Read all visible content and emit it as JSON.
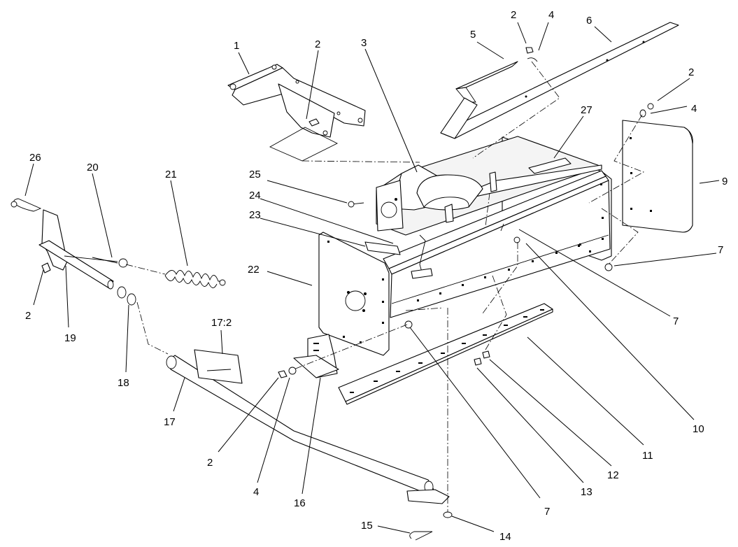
{
  "callouts": [
    {
      "id": "c1",
      "text": "1"
    },
    {
      "id": "c2a",
      "text": "2"
    },
    {
      "id": "c3",
      "text": "3"
    },
    {
      "id": "c5",
      "text": "5"
    },
    {
      "id": "c2b",
      "text": "2"
    },
    {
      "id": "c4a",
      "text": "4"
    },
    {
      "id": "c6",
      "text": "6"
    },
    {
      "id": "c2c",
      "text": "2"
    },
    {
      "id": "c4b",
      "text": "4"
    },
    {
      "id": "c27",
      "text": "27"
    },
    {
      "id": "c9",
      "text": "9"
    },
    {
      "id": "c26",
      "text": "26"
    },
    {
      "id": "c20",
      "text": "20"
    },
    {
      "id": "c21",
      "text": "21"
    },
    {
      "id": "c25",
      "text": "25"
    },
    {
      "id": "c24",
      "text": "24"
    },
    {
      "id": "c23",
      "text": "23"
    },
    {
      "id": "c22",
      "text": "22"
    },
    {
      "id": "c7a",
      "text": "7"
    },
    {
      "id": "c7b",
      "text": "7"
    },
    {
      "id": "c2d",
      "text": "2"
    },
    {
      "id": "c19",
      "text": "19"
    },
    {
      "id": "c18",
      "text": "18"
    },
    {
      "id": "c17_2",
      "text": "17:2"
    },
    {
      "id": "c17",
      "text": "17"
    },
    {
      "id": "c2e",
      "text": "2"
    },
    {
      "id": "c4c",
      "text": "4"
    },
    {
      "id": "c16",
      "text": "16"
    },
    {
      "id": "c7c",
      "text": "7"
    },
    {
      "id": "c10",
      "text": "10"
    },
    {
      "id": "c11",
      "text": "11"
    },
    {
      "id": "c12",
      "text": "12"
    },
    {
      "id": "c13",
      "text": "13"
    },
    {
      "id": "c14",
      "text": "14"
    },
    {
      "id": "c15",
      "text": "15"
    }
  ]
}
